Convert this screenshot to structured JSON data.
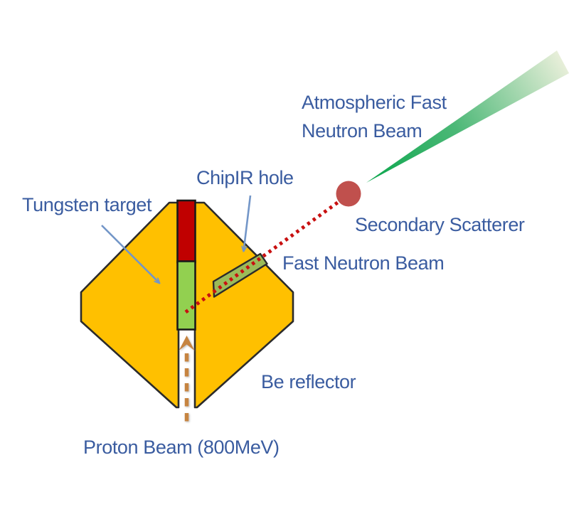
{
  "diagram": {
    "title_implicit": "ChipIR fast neutron beamline schematic",
    "labels": {
      "atmospheric": {
        "line1": "Atmospheric Fast",
        "line2": "Neutron Beam"
      },
      "chipir_hole": "ChipIR hole",
      "tungsten_target": "Tungsten target",
      "secondary_scatterer": "Secondary Scatterer",
      "fast_neutron_beam": "Fast Neutron Beam",
      "be_reflector": "Be reflector",
      "proton_beam": "Proton Beam (800MeV)"
    },
    "colors": {
      "reflector_fill": "#FFC000",
      "outline": "#2b2b2b",
      "target_red": "#C00000",
      "target_green": "#92D050",
      "chipir_slot": "#9BBB59",
      "dotted_beam": "#C81010",
      "scatterer": "#C0504D",
      "beam_tip": "#0AA64C",
      "beam_mid": "#4CB877",
      "beam_far": "#E9EFDA",
      "label_text": "#3A5CA0",
      "callout_arrow": "#7396C8",
      "proton_arrow": "#C6843F"
    }
  }
}
